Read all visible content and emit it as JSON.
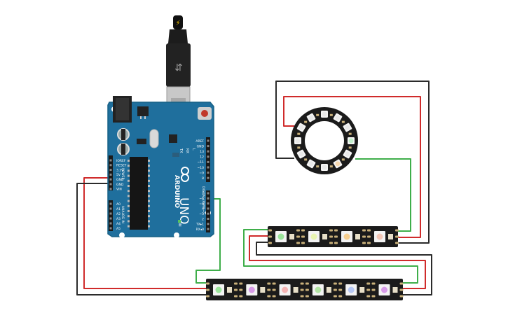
{
  "colors": {
    "background": "#ffffff",
    "board_blue": "#1f6f9d",
    "board_edge": "#176085",
    "header_black": "#1a1a1a",
    "strip_black": "#1b1b1b",
    "wire_red": "#d02b2b",
    "wire_black": "#2b2b2b",
    "wire_green": "#3fae4a",
    "pad_gold": "#c9b07a",
    "usb_metal": "#c8c8c8"
  },
  "usb": {
    "icon": "usb-symbol-icon",
    "tip_icon": "lightning-icon"
  },
  "arduino": {
    "logo_text": "UNO",
    "brand_text": "ARDUINO",
    "on_label": "ON",
    "tx_label": "TX",
    "rx_label": "RX",
    "l_label": "L",
    "digital_label": "DIGITAL (PWM ~)",
    "power_section": "POWER",
    "analog_section": "ANALOG IN",
    "power_pins": [
      "IOREF",
      "RESET",
      "3.3V",
      "5V",
      "GND",
      "GND",
      "VIN"
    ],
    "analog_pins": [
      "A0",
      "A1",
      "A2",
      "A3",
      "A4",
      "A5"
    ],
    "digital_pins_top": [
      "AREF",
      "GND",
      "13",
      "12",
      "~11",
      "~10",
      "~9",
      "8"
    ],
    "digital_pins_bottom": [
      "7",
      "~6",
      "~5",
      "4",
      "~3",
      "2",
      "TX▸1",
      "RX◂0"
    ]
  },
  "ring": {
    "led_count": 12,
    "lit_colors": [
      "#c3f0cc",
      "#f7d9b0"
    ]
  },
  "strip_top": {
    "led_colors": [
      "#9be59b",
      "#e9f5b2",
      "#f7cf8f",
      "#f3c7b7"
    ]
  },
  "strip_bottom": {
    "led_colors": [
      "#9be59b",
      "#d79be8",
      "#f4b4b4",
      "#b2e5a4",
      "#b6c8f5",
      "#d79be8"
    ]
  }
}
